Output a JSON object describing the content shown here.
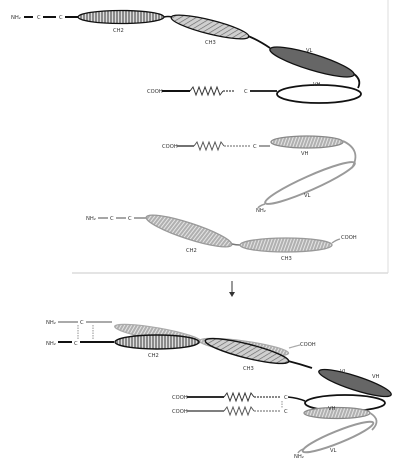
{
  "colors": {
    "line_black": "#111111",
    "line_grey": "#9a9a9a",
    "fill_dark": "#555555",
    "fill_mid": "#9c9c9c",
    "fill_light": "#d9d9d9",
    "divider": "#c8c8c8"
  },
  "panel_top": {
    "chain1": {
      "nh2": "NH₂",
      "c1": "C",
      "c2": "C",
      "ch2": "CH2",
      "ch3": "CH3",
      "vl": "VL",
      "vh": "VH",
      "cooh": "COOH",
      "c3": "C"
    },
    "chain2": {
      "cooh": "COOH",
      "c": "C",
      "vh": "VH",
      "vl": "VL",
      "nh2": "NH₂"
    },
    "chain3": {
      "nh2": "NH₂",
      "c1": "C",
      "c2": "C",
      "ch2": "CH2",
      "ch3": "CH3",
      "cooh": "COOH"
    }
  },
  "arrow_icon": "arrow-down-icon",
  "panel_bottom": {
    "nh2_a": "NH₂",
    "nh2_b": "NH₂",
    "c_a": "C",
    "c_b": "C",
    "ch2": "CH2",
    "ch3": "CH3",
    "cooh_top": "COOH",
    "vl_top": "VL",
    "vh_top": "VH",
    "cooh_1": "COOH",
    "cooh_2": "COOH",
    "c_1": "C",
    "c_2": "C",
    "vh_low": "VH",
    "vl_low": "VL",
    "nh2_low": "NH₂"
  }
}
